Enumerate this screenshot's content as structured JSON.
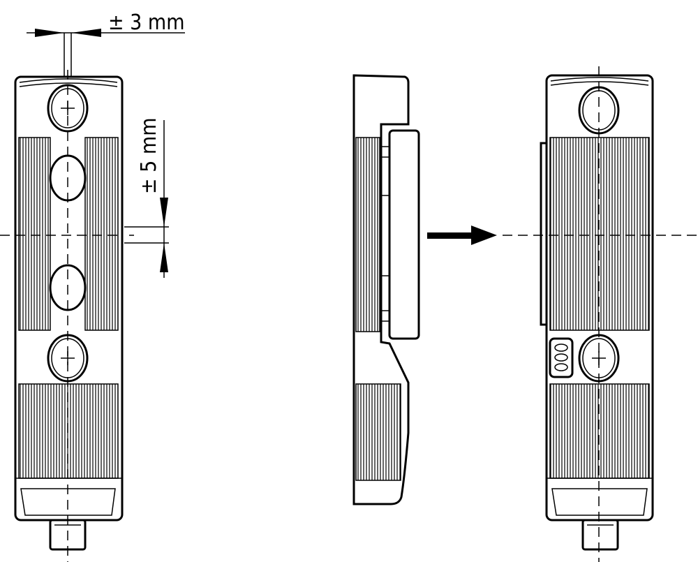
{
  "dimensions": {
    "horizontal_tolerance": "± 3 mm",
    "vertical_tolerance": "± 5 mm"
  },
  "views": [
    "front-view-sensor",
    "side-view-sensor-with-actuator",
    "front-view-sensor-mounted"
  ],
  "colors": {
    "line": "#000000",
    "background": "#ffffff"
  }
}
